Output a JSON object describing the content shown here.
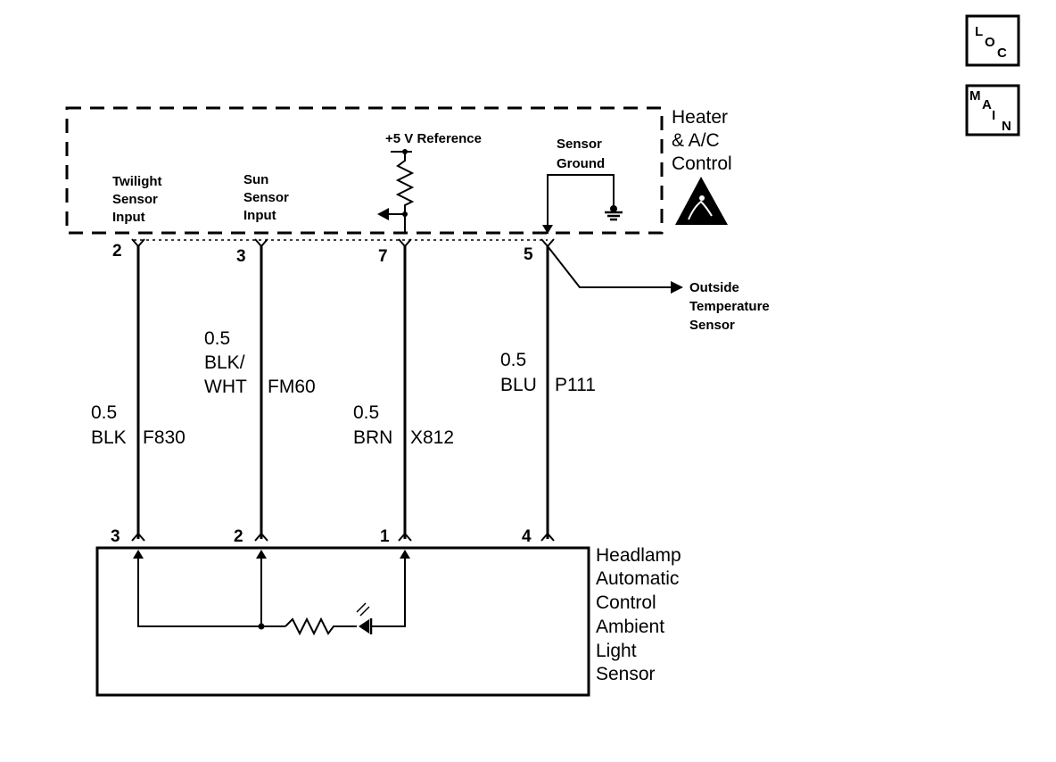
{
  "nav_icons": {
    "loc": [
      "L",
      "O",
      "C"
    ],
    "main": [
      "M",
      "A",
      "I",
      "N"
    ]
  },
  "module": {
    "title_lines": [
      "Heater",
      "& A/C",
      "Control"
    ],
    "twilight_input": [
      "Twilight",
      "Sensor",
      "Input"
    ],
    "sun_input": [
      "Sun",
      "Sensor",
      "Input"
    ],
    "ref_label": "+5 V Reference",
    "ground_label": [
      "Sensor",
      "Ground"
    ]
  },
  "top_pins": [
    "2",
    "3",
    "7",
    "5"
  ],
  "bottom_pins": [
    "3",
    "2",
    "1",
    "4"
  ],
  "wires": [
    {
      "gauge": "0.5",
      "color_lines": [
        "BLK"
      ],
      "circuit": "F830"
    },
    {
      "gauge": "0.5",
      "color_lines": [
        "BLK/",
        "WHT"
      ],
      "circuit": "FM60"
    },
    {
      "gauge": "0.5",
      "color_lines": [
        "BRN"
      ],
      "circuit": "X812"
    },
    {
      "gauge": "0.5",
      "color_lines": [
        "BLU"
      ],
      "circuit": "P111"
    }
  ],
  "outside_sensor": [
    "Outside",
    "Temperature",
    "Sensor"
  ],
  "sensor": {
    "title_lines": [
      "Headlamp",
      "Automatic",
      "Control",
      "Ambient",
      "Light",
      "Sensor"
    ]
  }
}
